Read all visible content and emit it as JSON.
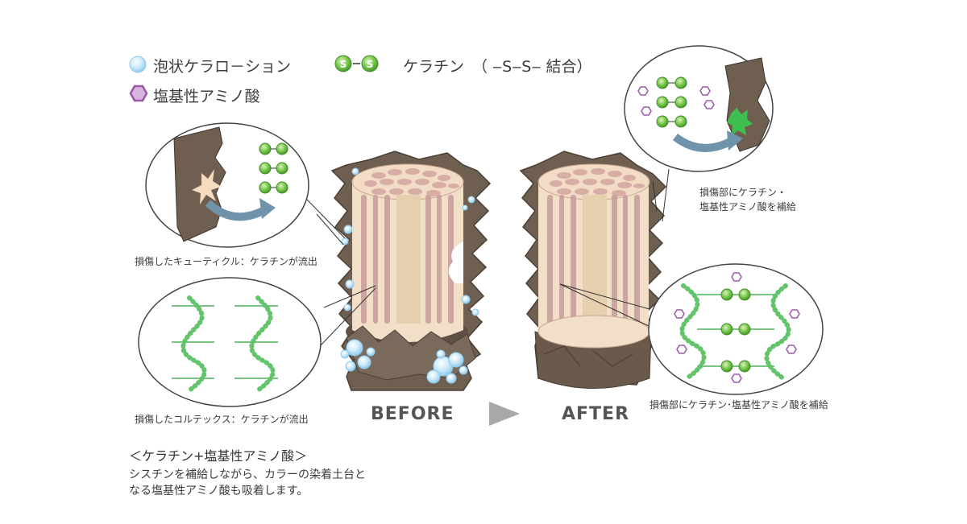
{
  "legend": {
    "bubble": "泡状ケラロ－ション",
    "keratin": "ケラチン",
    "bond": "（ ‒S‒S‒ 結合）",
    "amino": "塩基性アミノ酸",
    "s_letter": "S"
  },
  "labels": {
    "before": "BEFORE",
    "after": "AFTER"
  },
  "captions": {
    "cuticle_damage": "損傷したキューティクル：ケラチンが流出",
    "cortex_damage": "損傷したコルテックス：ケラチンが流出",
    "after_cuticle": "損傷部にケラチン・",
    "after_cuticle_2": "塩基性アミノ酸を補給",
    "after_cortex": "損傷部にケラチン･塩基性アミノ酸を補給"
  },
  "bottom": {
    "title": "＜ケラチン+塩基性アミノ酸＞",
    "line1": "シスチンを補給しながら、カラーの染着土台と",
    "line2": "なる塩基性アミノ酸も吸着します。"
  },
  "colors": {
    "bubble": "#a6d8f2",
    "keratin_green": "#5fb83a",
    "amino_purple": "#9b5aa8",
    "hair_brown": "#6f5f50",
    "cortex_beige": "#f1dfc8",
    "cortex_stripe": "#c79b9b",
    "arrow_blue": "#6e93ab",
    "gray_arrow": "#a8a8a8"
  }
}
